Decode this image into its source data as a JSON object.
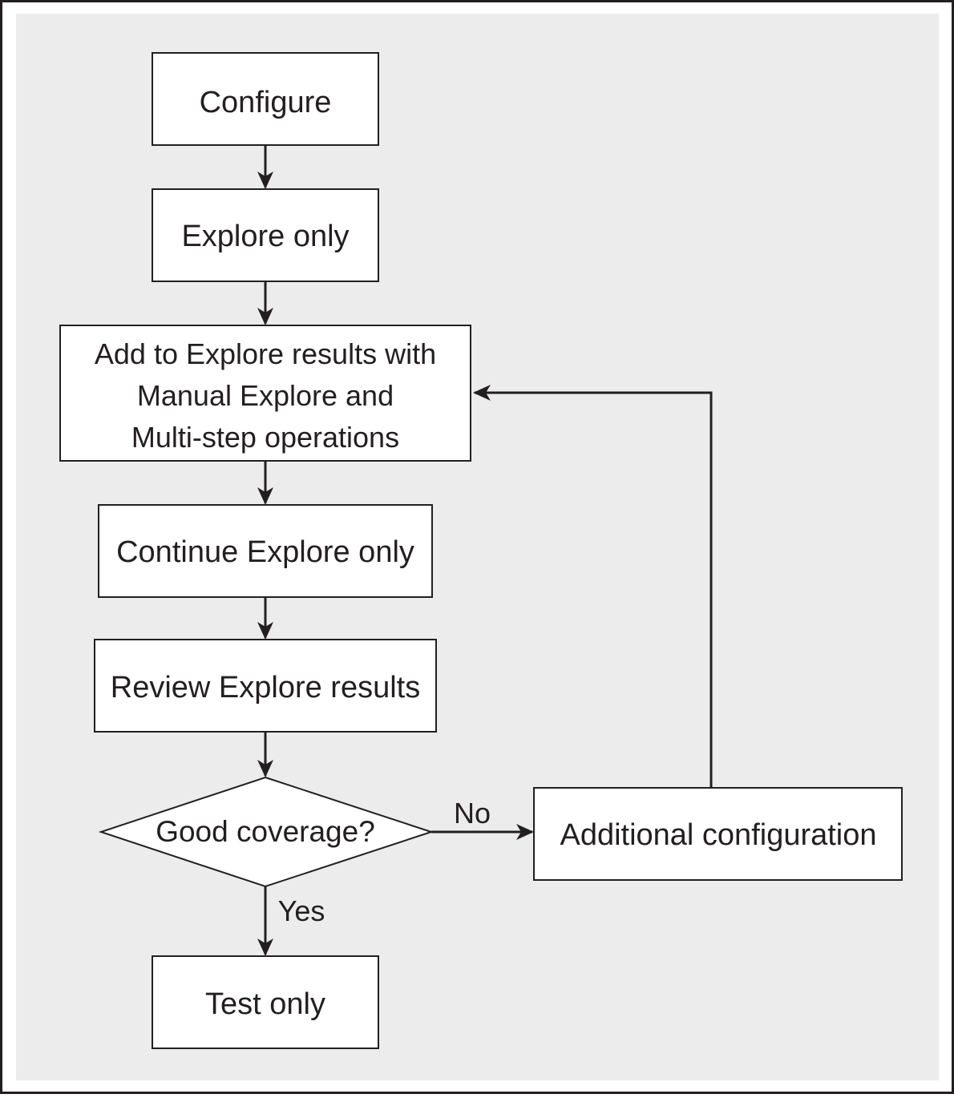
{
  "diagram": {
    "nodes": {
      "configure": "Configure",
      "explore_only": "Explore only",
      "add_results": [
        "Add to Explore results with",
        "Manual Explore and",
        "Multi-step operations"
      ],
      "continue_explore": "Continue Explore only",
      "review_results": "Review Explore results",
      "decision": "Good coverage?",
      "additional_config": "Additional configuration",
      "test_only": "Test only"
    },
    "edges": {
      "no_label": "No",
      "yes_label": "Yes"
    },
    "colors": {
      "background": "#ebeceb",
      "stroke": "#231f20",
      "box_fill": "#ffffff",
      "text": "#231f20"
    }
  }
}
